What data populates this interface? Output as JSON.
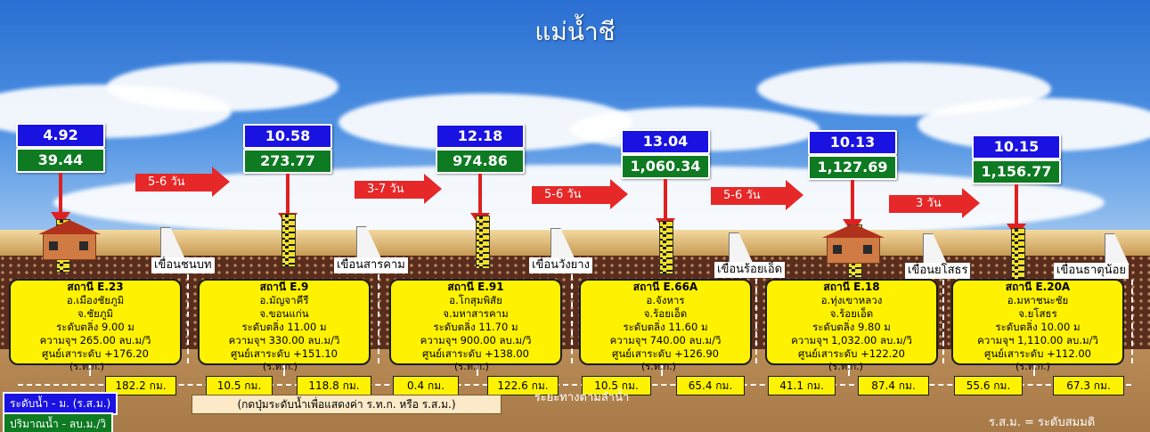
{
  "title": "แม่น้ำชี",
  "stations": [
    {
      "level": "4.92",
      "flow": "39.44",
      "code": "สถานี E.23",
      "district": "อ.เมืองชัยภูมิ",
      "province": "จ.ชัยภูมิ",
      "bank_level": "ระดับตลิ่ง 9.00 ม",
      "capacity": "ความจุฯ 265.00 ลบ.ม/วิ",
      "datum": "ศูนย์เสาระดับ +176.20",
      "datum_ref": "(ร.ท.ก.)"
    },
    {
      "level": "10.58",
      "flow": "273.77",
      "code": "สถานี E.9",
      "district": "อ.มัญจาคีรี",
      "province": "จ.ขอนแก่น",
      "bank_level": "ระดับตลิ่ง 11.00 ม",
      "capacity": "ความจุฯ 330.00 ลบ.ม/วิ",
      "datum": "ศูนย์เสาระดับ +151.10",
      "datum_ref": "(ร.ท.ก.)"
    },
    {
      "level": "12.18",
      "flow": "974.86",
      "code": "สถานี E.91",
      "district": "อ.โกสุมพิสัย",
      "province": "จ.มหาสารคาม",
      "bank_level": "ระดับตลิ่ง 11.70 ม",
      "capacity": "ความจุฯ 900.00 ลบ.ม/วิ",
      "datum": "ศูนย์เสาระดับ +138.00",
      "datum_ref": "(ร.ท.ก.)"
    },
    {
      "level": "13.04",
      "flow": "1,060.34",
      "code": "สถานี E.66A",
      "district": "อ.จังหาร",
      "province": "จ.ร้อยเอ็ด",
      "bank_level": "ระดับตลิ่ง 11.60 ม",
      "capacity": "ความจุฯ 740.00 ลบ.ม/วิ",
      "datum": "ศูนย์เสาระดับ +126.90",
      "datum_ref": "(ร.ท.ก.)"
    },
    {
      "level": "10.13",
      "flow": "1,127.69",
      "code": "สถานี E.18",
      "district": "อ.ทุ่งเขาหลวง",
      "province": "จ.ร้อยเอ็ด",
      "bank_level": "ระดับตลิ่ง 9.80 ม",
      "capacity": "ความจุฯ 1,032.00 ลบ.ม/วิ",
      "datum": "ศูนย์เสาระดับ +122.20",
      "datum_ref": "(ร.ท.ก.)"
    },
    {
      "level": "10.15",
      "flow": "1,156.77",
      "code": "สถานี E.20A",
      "district": "อ.มหาชนะชัย",
      "province": "จ.ยโสธร",
      "bank_level": "ระดับตลิ่ง 10.00 ม",
      "capacity": "ความจุฯ 1,110.00 ลบ.ม/วิ",
      "datum": "ศูนย์เสาระดับ +112.00",
      "datum_ref": "(ร.ท.ก.)"
    }
  ],
  "travel_times": [
    "5-6 วัน",
    "3-7 วัน",
    "5-6 วัน",
    "5-6 วัน",
    "3 วัน"
  ],
  "dams": [
    "เขื่อนชนบท",
    "เขื่อนสารคาม",
    "เขื่อนวังยาง",
    "เขื่อนร้อยเอ็ด",
    "เขื่อนยโสธร",
    "เขื่อนธาตุน้อย"
  ],
  "distances": [
    "182.2 กม.",
    "10.5 กม.",
    "118.8 กม.",
    "0.4 กม.",
    "122.6 กม.",
    "10.5 กม.",
    "65.4 กม.",
    "41.1 กม.",
    "87.4 กม.",
    "55.6 กม.",
    "67.3 กม."
  ],
  "legend": {
    "level": "ระดับน้ำ - ม. (ร.ส.ม.)",
    "flow": "ปริมาณน้ำ - ลบ.ม./วิ"
  },
  "note": "(กดปุ่มระดับน้ำเพื่อแสดงค่า ร.ท.ก. หรือ ร.ส.ม.)",
  "axis_label": "ระยะทางตามลำน้ำ",
  "abbreviation": "ร.ส.ม. = ระดับสมมติ",
  "colors": {
    "level_box": "#1a12e0",
    "flow_box": "#0e7a22",
    "station_box": "#fff200",
    "arrow": "#e62828"
  }
}
